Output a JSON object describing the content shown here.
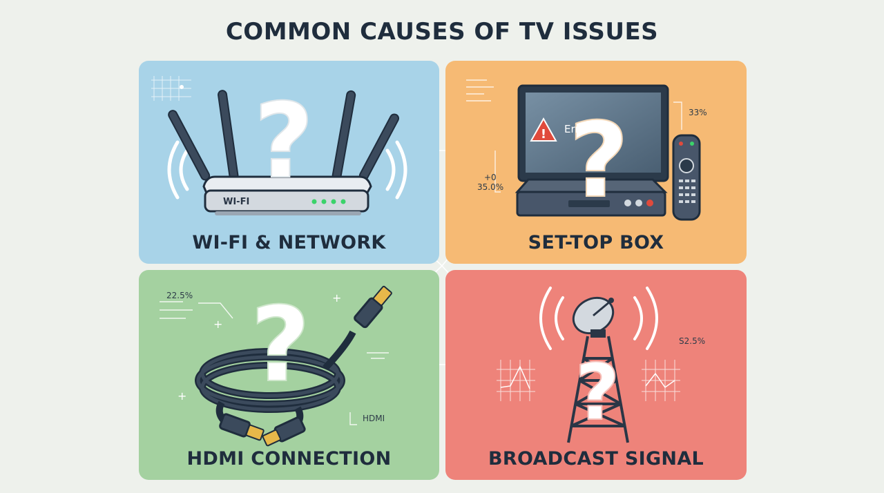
{
  "title": "COMMON CAUSES OF TV ISSUES",
  "panels": {
    "wifi": {
      "label": "WI-FI & NETWORK",
      "device_text": "WI-FI"
    },
    "stb": {
      "label": "SET-TOP BOX",
      "screen_text": "Error",
      "note_top": "33%",
      "note_mid1": "+0",
      "note_mid2": "35.0%"
    },
    "hdmi": {
      "label": "HDMI CONNECTION",
      "note_top": "22.5%",
      "cable_text": "HDMI"
    },
    "bcast": {
      "label": "BROADCAST SIGNAL",
      "note_top": "S2.5%"
    }
  },
  "colors": {
    "wifi_bg": "#a8d3e8",
    "stb_bg": "#f6ba74",
    "hdmi_bg": "#a4d1a0",
    "bcast_bg": "#ee837a",
    "title": "#1f2d3d",
    "outline": "#2a3646",
    "question_mark": "#ffffff"
  },
  "icons": [
    "router-icon",
    "tv-icon",
    "set-top-box-icon",
    "remote-icon",
    "hdmi-cable-icon",
    "satellite-dish-icon",
    "broadcast-tower-icon",
    "question-mark-icon",
    "warning-icon"
  ]
}
